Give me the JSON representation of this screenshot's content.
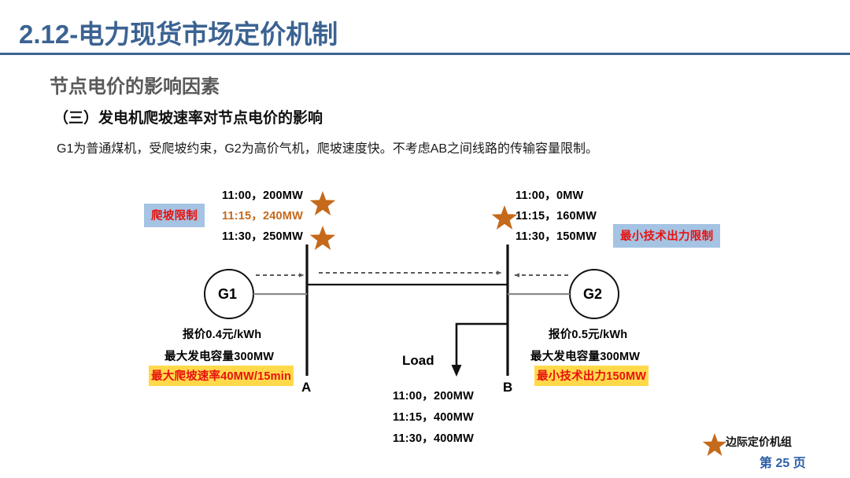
{
  "header": {
    "title": "2.12-电力现货市场定价机制",
    "rule_color": "#3b6392",
    "title_color": "#3b6392"
  },
  "section": {
    "heading": "节点电价的影响因素",
    "sub_heading": "（三）发电机爬坡速率对节点电价的影响",
    "body": "G1为普通煤机，受爬坡约束，G2为高价气机，爬坡速度快。不考虑AB之间线路的传输容量限制。"
  },
  "diagram": {
    "g1": {
      "name": "G1",
      "bus": "A",
      "schedule": [
        {
          "time": "11:00，",
          "value": "200MW",
          "marginal": true,
          "highlight": false
        },
        {
          "time": "11:15，",
          "value": "240MW",
          "marginal": false,
          "highlight": true
        },
        {
          "time": "11:30，",
          "value": "250MW",
          "marginal": true,
          "highlight": false
        }
      ],
      "constraint_chip": "爬坡限制",
      "offer": "报价0.4元/kWh",
      "capacity": "最大发电容量300MW",
      "limit_chip": "最大爬坡速率40MW/15min"
    },
    "g2": {
      "name": "G2",
      "bus": "B",
      "schedule": [
        {
          "time": "11:00，",
          "value": "0MW",
          "marginal": false,
          "highlight": false
        },
        {
          "time": "11:15，",
          "value": "160MW",
          "marginal": true,
          "highlight": false
        },
        {
          "time": "11:30，",
          "value": "150MW",
          "marginal": false,
          "highlight": false
        }
      ],
      "constraint_chip": "最小技术出力限制",
      "offer": "报价0.5元/kWh",
      "capacity": "最大发电容量300MW",
      "limit_chip": "最小技术出力150MW"
    },
    "load": {
      "label": "Load",
      "schedule": [
        {
          "time": "11:00，",
          "value": "200MW"
        },
        {
          "time": "11:15，",
          "value": "400MW"
        },
        {
          "time": "11:30，",
          "value": "400MW"
        }
      ]
    },
    "colors": {
      "star": "#c5691b",
      "chip_blue_bg": "#a5c3e3",
      "chip_yellow_bg": "#ffd94a",
      "chip_text": "#e8110f",
      "highlight_text": "#c5691b",
      "bus_line": "#111111",
      "flow_arrow": "#5a5a5a"
    }
  },
  "footer": {
    "legend_icon": "star-icon",
    "legend_label": "边际定价机组",
    "page_label": "第 25 页"
  },
  "g1_rows": {
    "r0": {
      "time": "11:00，",
      "value": "200MW"
    },
    "r1": {
      "time": "11:15，",
      "value": "240MW"
    },
    "r2": {
      "time": "11:30，",
      "value": "250MW"
    }
  },
  "g2_rows": {
    "r0": {
      "time": "11:00，",
      "value": "0MW"
    },
    "r1": {
      "time": "11:15，",
      "value": "160MW"
    },
    "r2": {
      "time": "11:30，",
      "value": "150MW"
    }
  },
  "load_rows": {
    "r0": {
      "time": "11:00，",
      "value": "200MW"
    },
    "r1": {
      "time": "11:15，",
      "value": "400MW"
    },
    "r2": {
      "time": "11:30，",
      "value": "400MW"
    }
  }
}
